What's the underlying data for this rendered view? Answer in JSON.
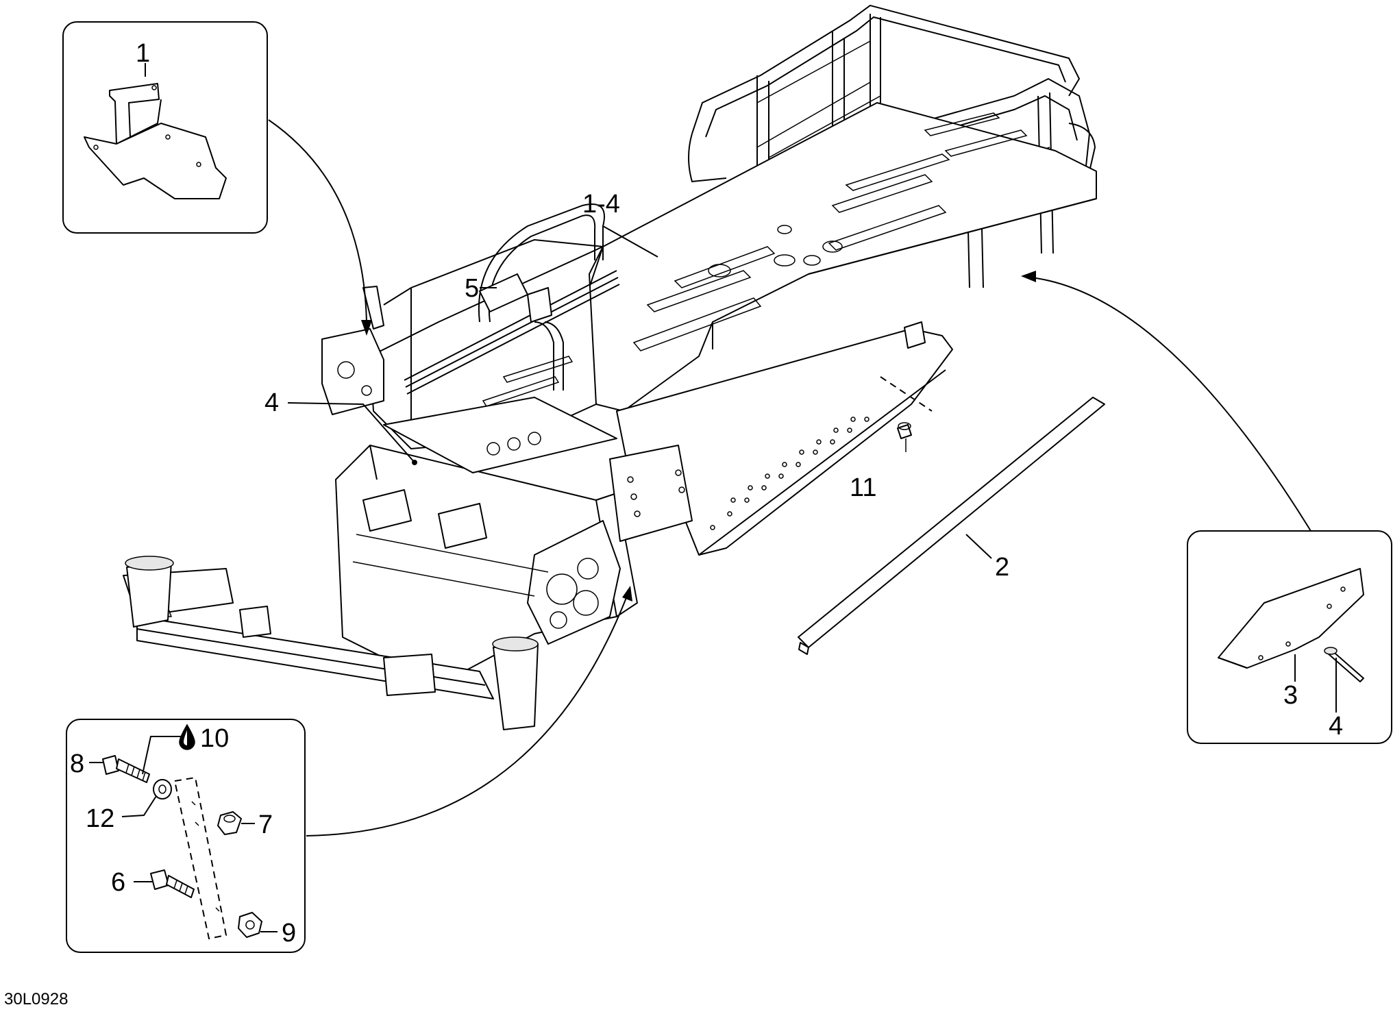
{
  "diagram": {
    "drawing_code": "30L0928",
    "callouts": {
      "inset_top_left": [
        "1"
      ],
      "main": [
        "1-4",
        "5",
        "4",
        "11",
        "2"
      ],
      "inset_right": [
        "3",
        "4"
      ],
      "inset_bottom_left": [
        "10",
        "8",
        "12",
        "7",
        "6",
        "9"
      ]
    },
    "symbols": {
      "callout_10": "oil-drop-icon"
    }
  }
}
